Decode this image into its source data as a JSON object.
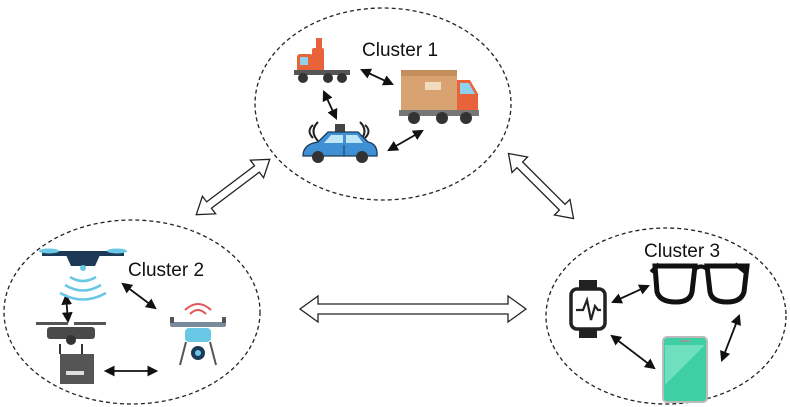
{
  "clusters": [
    {
      "id": "cluster-1",
      "label": "Cluster 1",
      "devices": [
        "tractor-truck",
        "delivery-truck",
        "autonomous-car"
      ]
    },
    {
      "id": "cluster-2",
      "label": "Cluster 2",
      "devices": [
        "surveillance-drone",
        "cargo-drone",
        "signal-drone"
      ]
    },
    {
      "id": "cluster-3",
      "label": "Cluster 3",
      "devices": [
        "smartwatch",
        "smart-glasses",
        "smartphone"
      ]
    }
  ],
  "colors": {
    "boundary": "#222222",
    "truck_cab": "#e8633a",
    "cargo_box": "#d8a371",
    "car_body": "#3e8fd4",
    "drone_dark": "#1c3a55",
    "wifi_blue": "#69c8e6",
    "phone_screen": "#3fcfa5",
    "wifi_red": "#e25555"
  }
}
